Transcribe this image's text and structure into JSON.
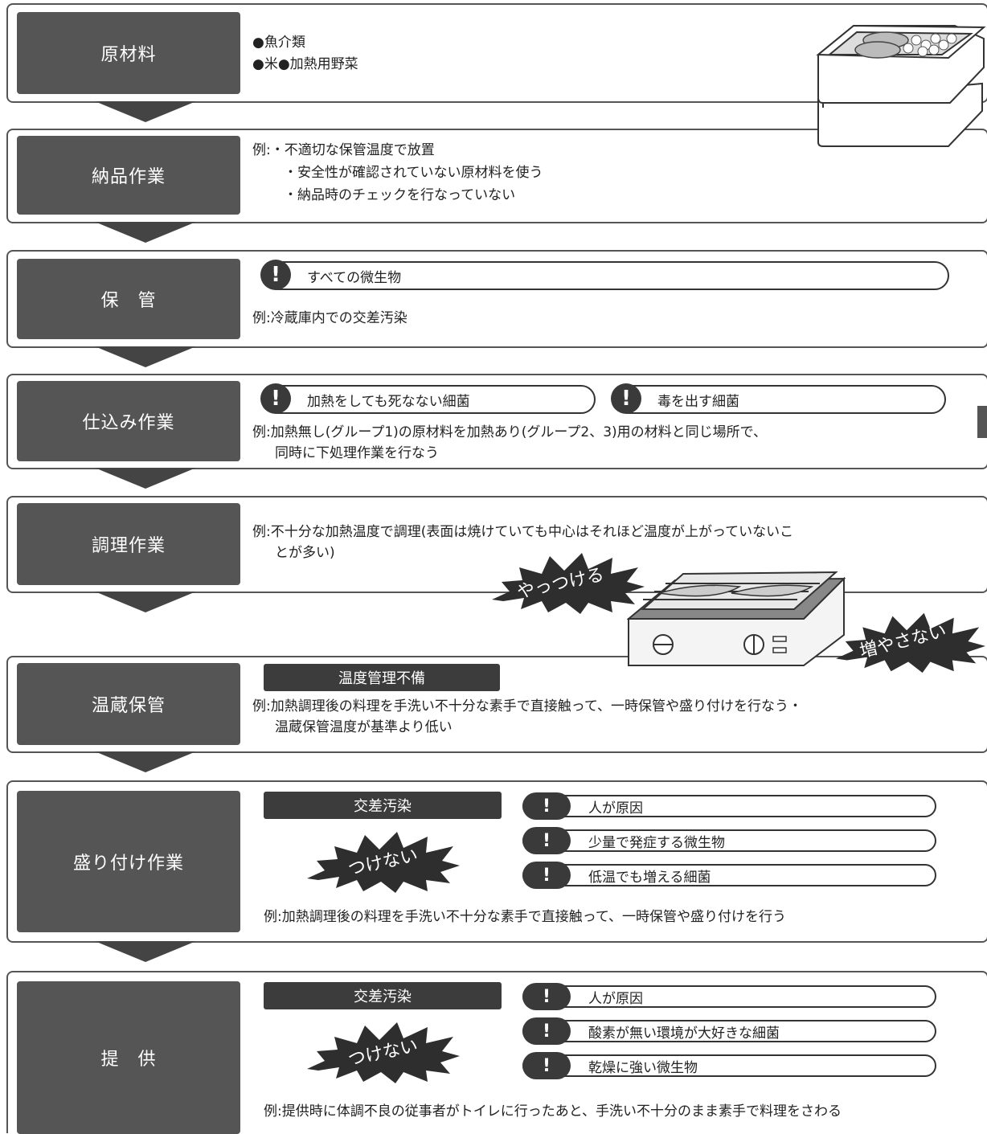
{
  "stages": [
    {
      "label": "原材料",
      "lines": [
        "●魚介類",
        "●米●加熱用野菜"
      ]
    },
    {
      "label": "納品作業",
      "lines": [
        "例:・不適切な保管温度で放置",
        "・安全性が確認されていない原材料を使う",
        "・納品時のチェックを行なっていない"
      ]
    },
    {
      "label": "保　管",
      "pills": [
        "すべての微生物"
      ],
      "lines": [
        "例:冷蔵庫内での交差汚染"
      ]
    },
    {
      "label": "仕込み作業",
      "pills": [
        "加熱をしても死なない細菌",
        "毒を出す細菌"
      ],
      "lines": [
        "例:加熱無し(グループ1)の原材料を加熱あり(グループ2、3)用の材料と同じ場所で、",
        "同時に下処理作業を行なう"
      ]
    },
    {
      "label": "調理作業",
      "lines": [
        "例:不十分な加熱温度で調理(表面は焼けていても中心はそれほど温度が上がっていないこ",
        "とが多い)"
      ]
    },
    {
      "label": "温蔵保管",
      "tag": "温度管理不備",
      "lines": [
        "例:加熱調理後の料理を手洗い不十分な素手で直接触って、一時保管や盛り付けを行なう・",
        "温蔵保管温度が基準より低い"
      ]
    },
    {
      "label": "盛り付け作業",
      "tag": "交差汚染",
      "burst": "つけない",
      "pills": [
        "人が原因",
        "少量で発症する微生物",
        "低温でも増える細菌"
      ],
      "lines": [
        "例:加熱調理後の料理を手洗い不十分な素手で直接触って、一時保管や盛り付けを行う"
      ]
    },
    {
      "label": "提　供",
      "tag": "交差汚染",
      "burst": "つけない",
      "pills": [
        "人が原因",
        "酸素が無い環境が大好きな細菌",
        "乾燥に強い微生物"
      ],
      "lines": [
        "例:提供時に体調不良の従事者がトイレに行ったあと、手洗い不十分のまま素手で料理をさわる"
      ]
    }
  ],
  "bursts": {
    "cook": "やっつける",
    "keep": "増やさない"
  },
  "exclamation_glyph": "!",
  "icons": [
    "fish-container-illustration",
    "grill-illustration",
    "exclamation-icon"
  ],
  "colors": {
    "label_bg": "#555555",
    "tag_bg": "#3c3c3c",
    "burst": "#2e2e2e",
    "arrow": "#444444"
  }
}
